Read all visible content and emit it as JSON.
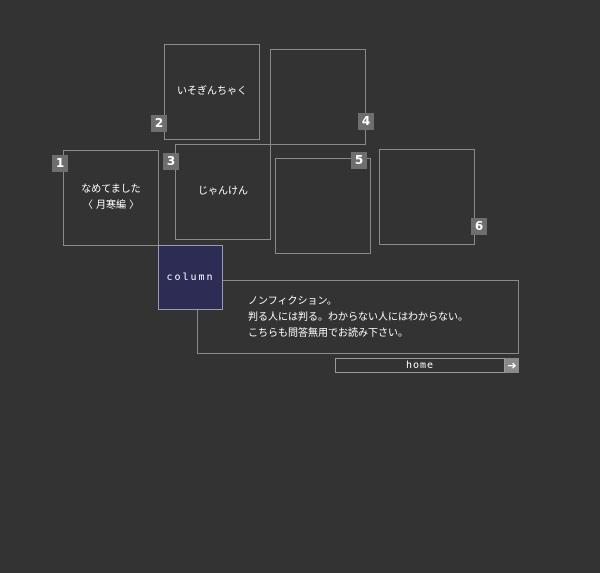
{
  "boxes": [
    {
      "id": "1",
      "label": "なめてました\n〈 月寒編 〉"
    },
    {
      "id": "2",
      "label": "いそぎんちゃく"
    },
    {
      "id": "3",
      "label": "じゃんけん"
    },
    {
      "id": "4",
      "label": ""
    },
    {
      "id": "5",
      "label": ""
    },
    {
      "id": "6",
      "label": ""
    }
  ],
  "column": {
    "label": "column",
    "accent_color": "#2d2c54"
  },
  "description": {
    "lines": [
      "ノンフィクション。",
      "判る人には判る。わからない人にはわからない。",
      "こちらも問答無用でお読み下さい。"
    ]
  },
  "home": {
    "label": "home",
    "arrow": "➔"
  }
}
